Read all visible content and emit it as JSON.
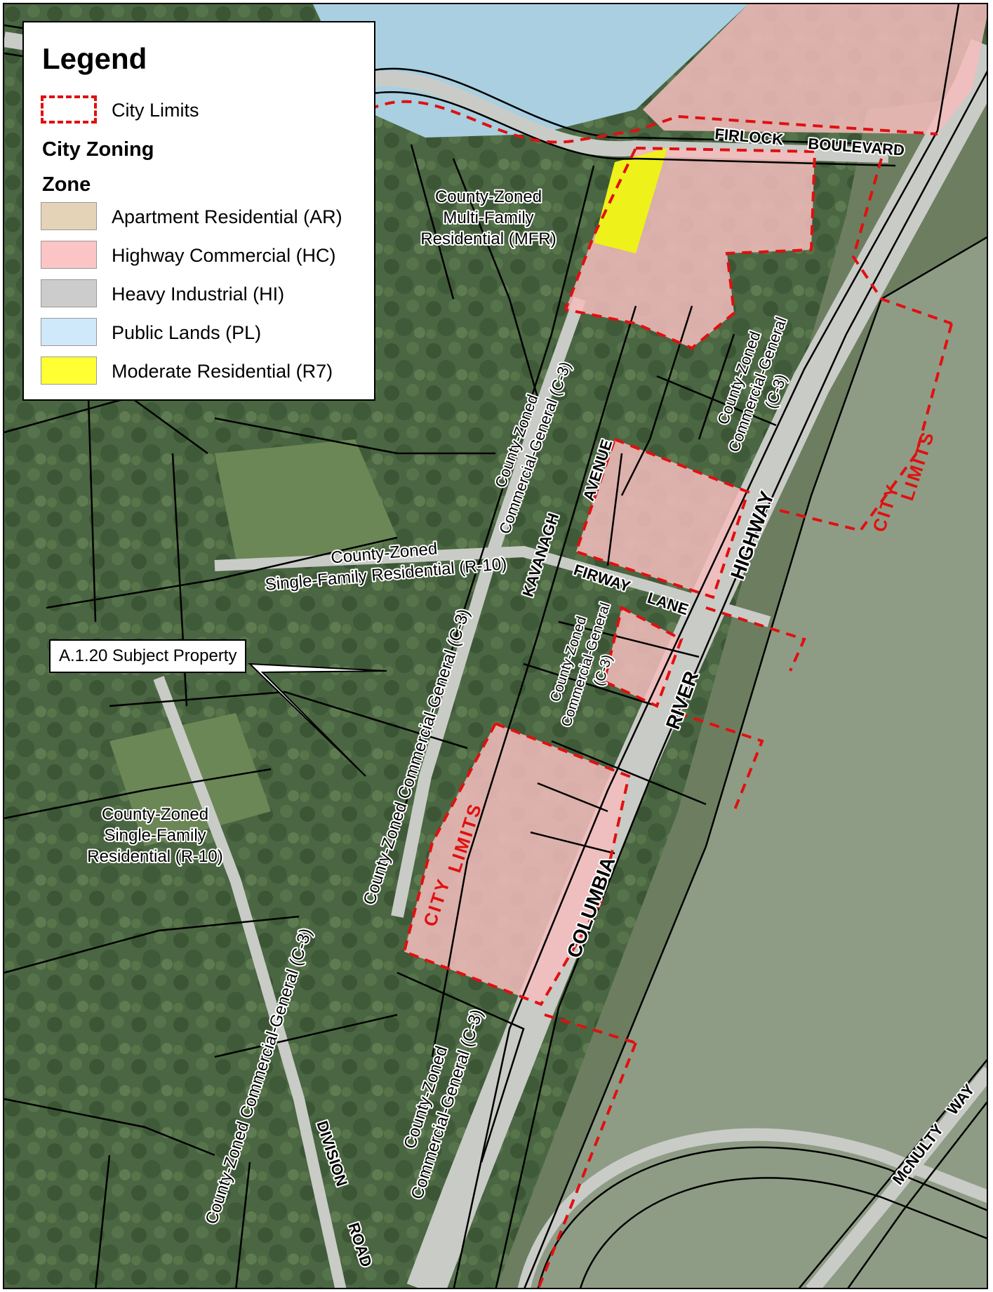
{
  "legend": {
    "title": "Legend",
    "city_limits_label": "City Limits",
    "zoning_heading": "City Zoning",
    "zone_heading": "Zone",
    "zones": [
      {
        "label": "Apartment Residential (AR)",
        "color": "#e5d3b8"
      },
      {
        "label": "Highway Commercial (HC)",
        "color": "#fbc5c5"
      },
      {
        "label": "Heavy Industrial (HI)",
        "color": "#cccccc"
      },
      {
        "label": "Public Lands (PL)",
        "color": "#cfe9fb"
      },
      {
        "label": "Moderate Residential (R7)",
        "color": "#ffff33"
      }
    ],
    "city_limits_color": "#e01010"
  },
  "callout": {
    "label": "A.1.20 Subject Property"
  },
  "roads": {
    "firlock": "FIRLOCK",
    "boulevard": "BOULEVARD",
    "kavanagh": "KAVANAGH",
    "avenue": "AVENUE",
    "firway": "FIRWAY",
    "lane": "LANE",
    "highway": "HIGHWAY",
    "river": "RIVER",
    "columbia": "COLUMBIA",
    "division": "DIVISION",
    "road": "ROAD",
    "mcnulty_way": "McNULTY    WAY"
  },
  "city_limits_labels": {
    "limits": "LIMITS",
    "city": "CITY"
  },
  "zone_labels": {
    "mfr": [
      "County-Zoned",
      "Multi-Family",
      "Residential (MFR)"
    ],
    "c3_a": [
      "County-Zoned",
      "Commercial-General (C-3)"
    ],
    "c3_b": [
      "County-Zoned",
      "Commercial-General",
      "(C-3)"
    ],
    "r10_a": [
      "County-Zoned",
      "Single-Family Residential (R-10)"
    ],
    "c3_c": [
      "County-Zoned Commercial-General (C-3)"
    ],
    "c3_d": [
      "County-Zoned",
      "Commercial-General",
      "(C-3)"
    ],
    "r10_b": [
      "County-Zoned",
      "Single-Family",
      "Residential (R-10)"
    ],
    "c3_e": [
      "County-Zoned Commercial-General (C-3)"
    ],
    "c3_f": [
      "County-Zoned",
      "Commercial-General (C-3)"
    ]
  },
  "colors": {
    "forest": "#4d6a45",
    "forest_light": "#6b8756",
    "field": "#8f9c85",
    "water": "#a9cfe0",
    "road": "#c9cbc7",
    "hc": "#f6bdbd",
    "r7": "#eef21a",
    "city_limits": "#e01010"
  }
}
